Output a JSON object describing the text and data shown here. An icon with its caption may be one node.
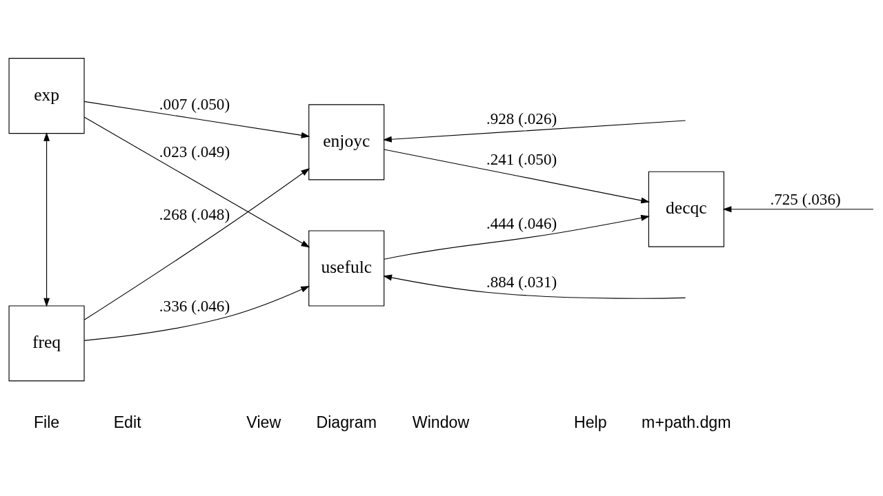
{
  "diagram": {
    "nodes": [
      {
        "text": [
          "exp"
        ]
      },
      {
        "text": [
          "enjoyc"
        ]
      },
      {
        "text": [
          "freq"
        ]
      },
      {
        "text": [
          "usefulc"
        ]
      },
      {
        "text": [
          "decqc"
        ]
      }
    ],
    "edges": [
      {
        "from": 0,
        "to": 1,
        "arrow": "to",
        "label": ".007 (.050)"
      },
      {
        "from": 0,
        "to": 3,
        "arrow": "to",
        "label": ".023 (.049)"
      },
      {
        "from": 2,
        "to": 1,
        "arrow": "to",
        "label": ".268 (.048)"
      },
      {
        "from": 2,
        "to": 3,
        "arrow": "to",
        "label": ".336 (.046)"
      },
      {
        "from": 1,
        "to": 4,
        "arrow": "to",
        "label": ".241 (.050)"
      },
      {
        "from": 3,
        "to": 4,
        "arrow": "to",
        "label": ".444 (.046)"
      },
      {
        "from": 0,
        "to": 2,
        "arrow": "both"
      },
      {
        "from": null,
        "to": 1,
        "arrow": "to",
        "label": ".928 (.026)"
      },
      {
        "from": null,
        "to": 3,
        "arrow": "to",
        "label": ".884 (.031)"
      },
      {
        "from": null,
        "to": 4,
        "arrow": "to",
        "label": ".725 (.036)"
      }
    ],
    "labels": [
      "File",
      "Edit",
      "View",
      "Diagram",
      "Window",
      "Help",
      "m+path.dgm"
    ]
  }
}
